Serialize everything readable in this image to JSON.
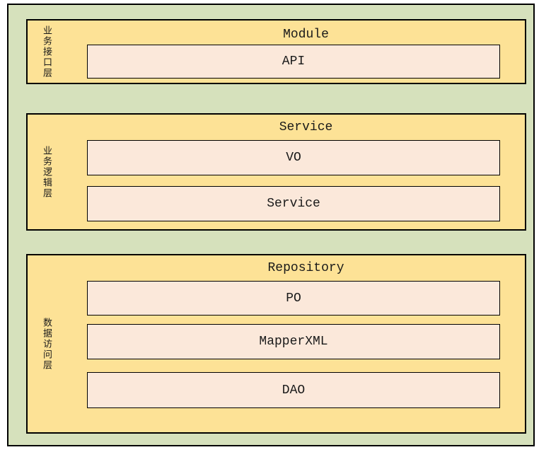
{
  "diagram": {
    "colors": {
      "background_fill": "#D6E1BC",
      "layer_fill": "#FDE296",
      "box_fill": "#FBE8DA",
      "border": "#000000"
    },
    "layers": [
      {
        "side_label": "业务接口层",
        "title": "Module",
        "boxes": [
          "API"
        ]
      },
      {
        "side_label": "业务逻辑层",
        "title": "Service",
        "boxes": [
          "VO",
          "Service"
        ]
      },
      {
        "side_label": "数据访问层",
        "title": "Repository",
        "boxes": [
          "PO",
          "MapperXML",
          "DAO"
        ]
      }
    ]
  }
}
